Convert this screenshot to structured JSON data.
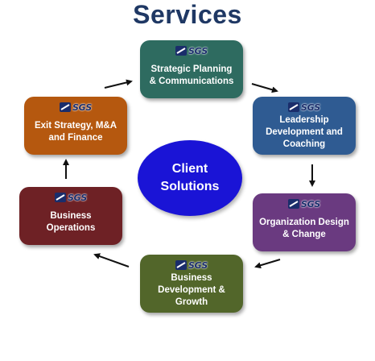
{
  "title": "Services",
  "center": {
    "label": "Client\nSolutions",
    "color": "#1a14d6"
  },
  "logo_text": "SGS",
  "nodes": [
    {
      "label": "Strategic Planning\n& Communications",
      "color": "#2e6b60"
    },
    {
      "label": "Leadership\nDevelopment and\nCoaching",
      "color": "#2f5b92"
    },
    {
      "label": "Organization  Design\n& Change",
      "color": "#6a3a80"
    },
    {
      "label": "Business\nDevelopment &\nGrowth",
      "color": "#52662a"
    },
    {
      "label": "Business\nOperations",
      "color": "#6e2125"
    },
    {
      "label": "Exit Strategy, M&A\nand Finance",
      "color": "#b5580f"
    }
  ]
}
